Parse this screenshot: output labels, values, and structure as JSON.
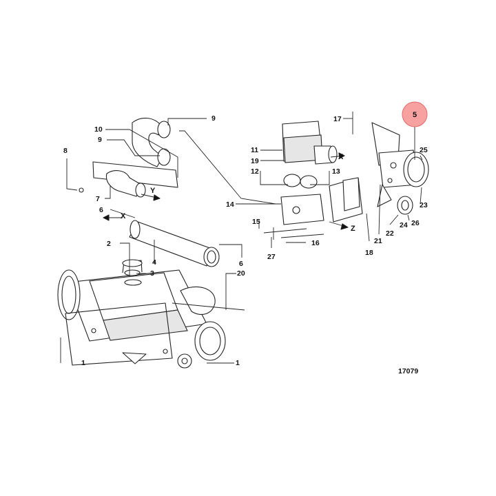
{
  "diagram": {
    "figure_number": "17079",
    "highlighted_callout": "5",
    "callouts": {
      "c1a": "1",
      "c1b": "1",
      "c2": "2",
      "c3": "3",
      "c4": "4",
      "c6a": "6",
      "c6b": "6",
      "c7": "7",
      "c8": "8",
      "c9a": "9",
      "c9b": "9",
      "c10": "10",
      "c11": "11",
      "c12": "12",
      "c13": "13",
      "c14": "14",
      "c15": "15",
      "c16": "16",
      "c17": "17",
      "c18": "18",
      "c19": "19",
      "c20": "20",
      "c21": "21",
      "c22": "22",
      "c23": "23",
      "c24": "24",
      "c25": "25",
      "c26": "26",
      "c27": "27"
    },
    "markers": {
      "x1": "X",
      "x2": "X",
      "y1": "Y",
      "z1": "Z"
    }
  }
}
